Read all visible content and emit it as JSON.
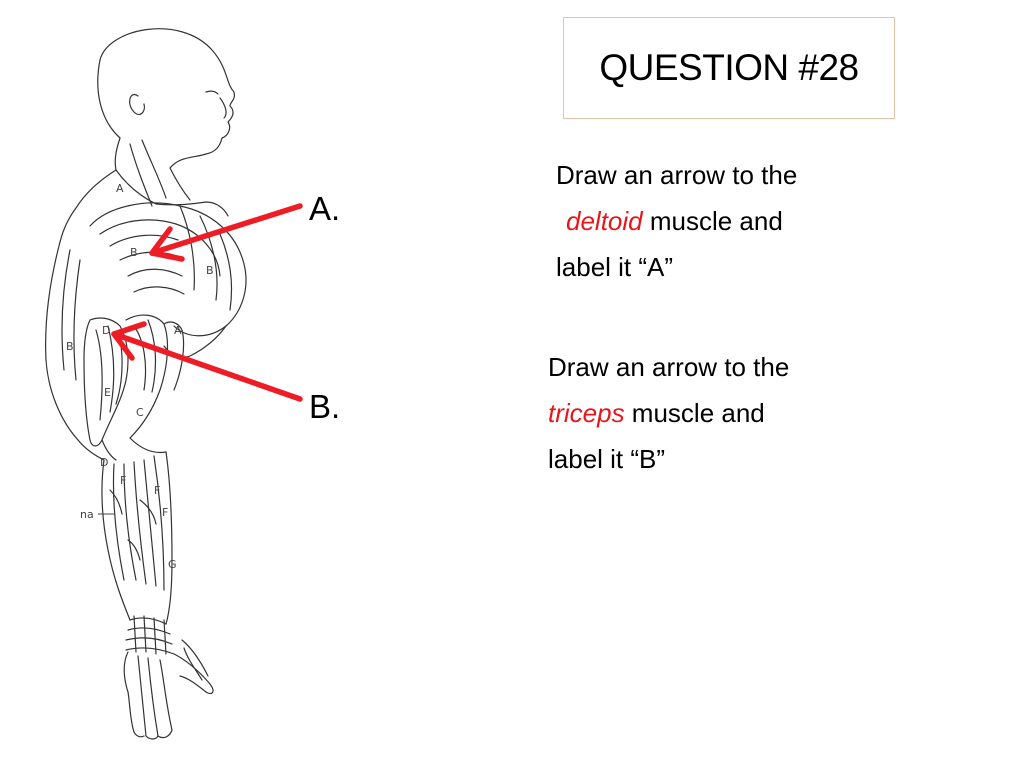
{
  "title": "QUESTION #28",
  "labels": {
    "a": "A.",
    "b": "B."
  },
  "instructions": [
    {
      "line1": "Draw an arrow to the",
      "keyword": "deltoid",
      "line2_rest": " muscle and",
      "line3": "label it “A”"
    },
    {
      "line1": "Draw an arrow to the",
      "keyword": "triceps",
      "line2_rest": " muscle and",
      "line3": "label it “B”"
    }
  ],
  "figure_labels": {
    "na": "na",
    "a": "A",
    "b": "B",
    "c": "C",
    "d": "D",
    "e": "E",
    "f": "F",
    "g": "G"
  },
  "colors": {
    "keyword": "#e8161b",
    "arrow": "#ee1c24",
    "title_border": "#e8c3ab"
  },
  "icons": {
    "figure": "arm-muscle-anatomy-illustration"
  }
}
